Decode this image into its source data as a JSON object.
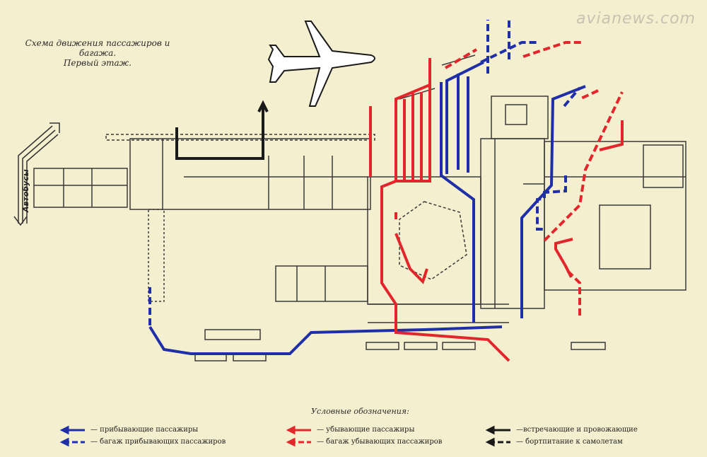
{
  "title": {
    "line1": "Схема движения пассажиров и багажа.",
    "line2": "Первый этаж."
  },
  "watermark": "avianews.com",
  "bus_label": "Автобусы",
  "legend": {
    "heading": "Условные обозначения:",
    "items": [
      {
        "id": "arr_pax",
        "label": "— прибывающие пассажиры",
        "color": "#1f2fa8",
        "style": "solid"
      },
      {
        "id": "arr_bag",
        "label": "— багаж прибывающих пассажиров",
        "color": "#1f2fa8",
        "style": "dashed"
      },
      {
        "id": "dep_pax",
        "label": "— убывающие пассажиры",
        "color": "#e3262b",
        "style": "solid"
      },
      {
        "id": "dep_bag",
        "label": "— багаж убывающих пассажиров",
        "color": "#e3262b",
        "style": "dashed"
      },
      {
        "id": "meet",
        "label": "—встречающие и провожающие",
        "color": "#1a1a1a",
        "style": "solid"
      },
      {
        "id": "catering",
        "label": "— бортпитание к самолетам",
        "color": "#1a1a1a",
        "style": "dashed"
      }
    ]
  },
  "colors": {
    "background": "#f4efcf",
    "plan_lines": "#3a3a3a",
    "arrivals": "#1f2fa8",
    "departures": "#e3262b",
    "visitors": "#1a1a1a"
  },
  "icons": [
    "airplane-icon",
    "bus-arrow-icon"
  ]
}
